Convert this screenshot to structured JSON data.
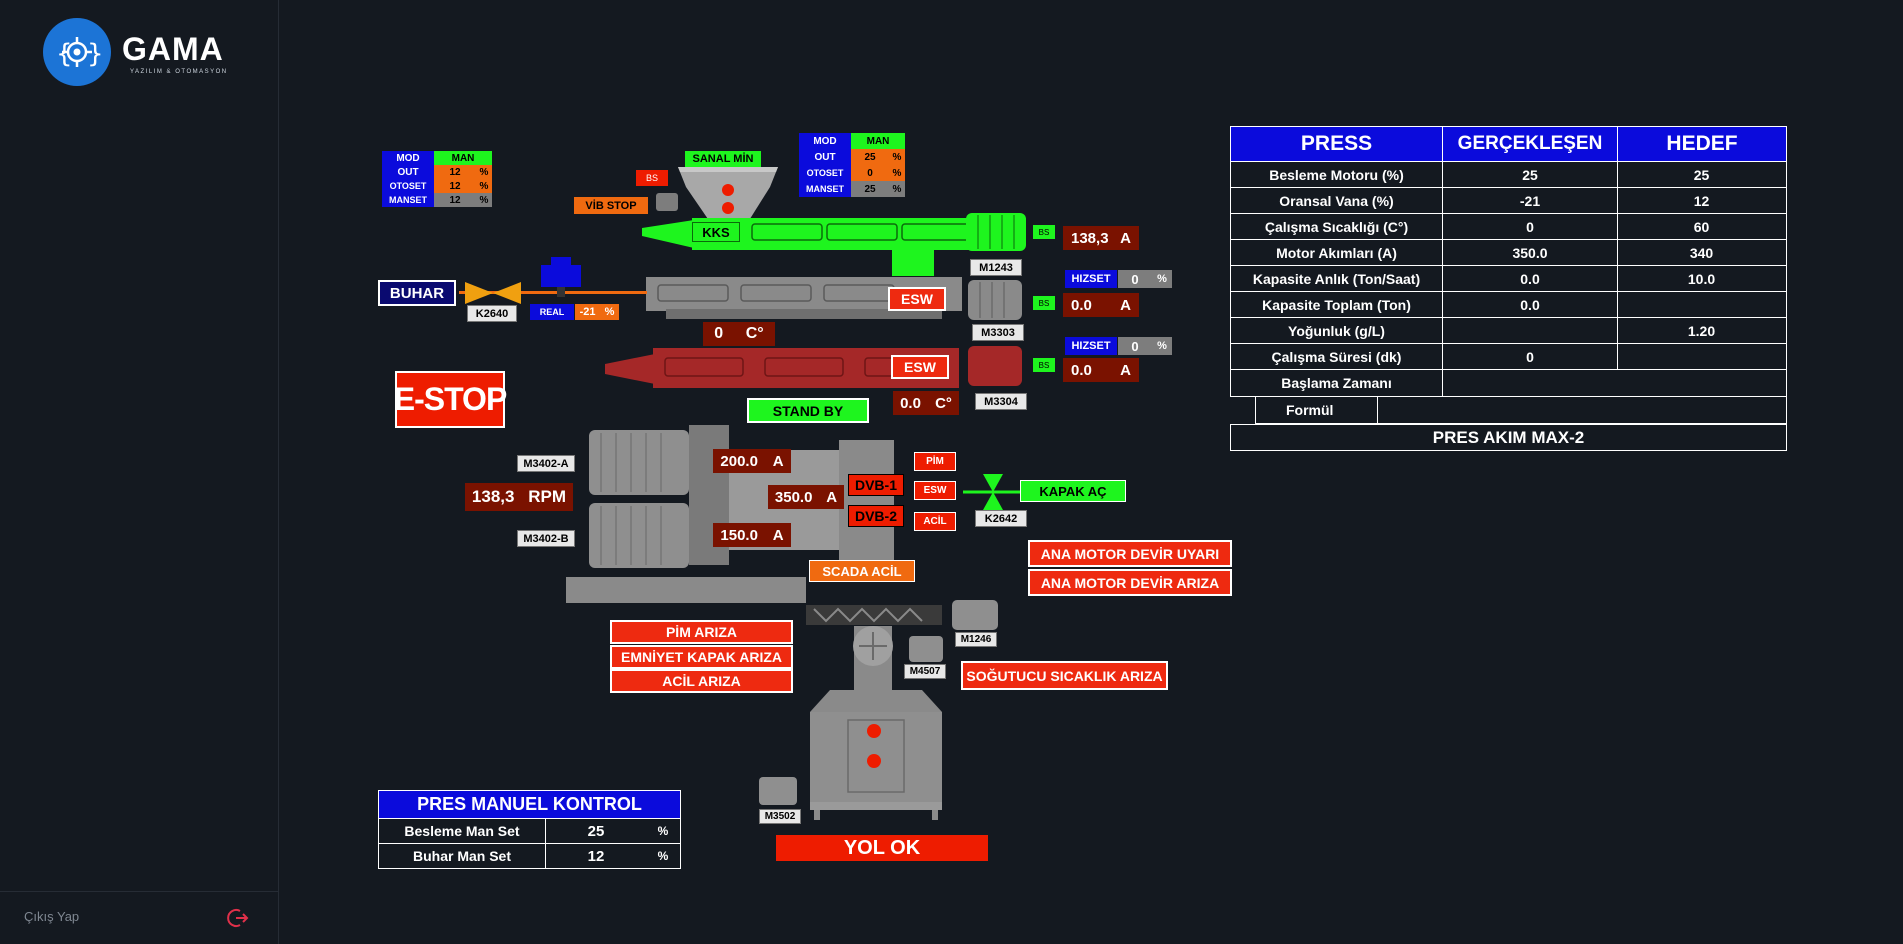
{
  "brand": {
    "name": "GAMA",
    "tagline": "YAZILIM & OTOMASYON"
  },
  "sidebar": {
    "logout_label": "Çıkış Yap"
  },
  "colors": {
    "background": "#141920",
    "brand_blue": "#1c74d6",
    "green": "#1ef51e",
    "blue": "#0b0bdc",
    "red": "#ee1c00",
    "dark_red": "#7a1200",
    "orange": "#f06a10"
  },
  "left_control": {
    "mod_label": "MOD",
    "mod_value": "MAN",
    "out_label": "OUT",
    "out_value": "12",
    "otoset_label": "OTOSET",
    "otoset_value": "12",
    "manset_label": "MANSET",
    "manset_value": "12",
    "unit": "%"
  },
  "top_control": {
    "mod_label": "MOD",
    "mod_value": "MAN",
    "out_label": "OUT",
    "out_value": "25",
    "otoset_label": "OTOSET",
    "otoset_value": "0",
    "manset_label": "MANSET",
    "manset_value": "25",
    "unit": "%"
  },
  "bs": "BS",
  "sanal_min": "SANAL MİN",
  "vib_stop": "VİB STOP",
  "kks": "KKS",
  "m1243": {
    "tag": "M1243",
    "value": "138,3",
    "unit": "A"
  },
  "m3303": {
    "tag": "M3303",
    "value": "0.0",
    "unit": "A",
    "hizset_label": "HIZSET",
    "hizset_value": "0",
    "hizset_unit": "%"
  },
  "m3304": {
    "tag": "M3304",
    "value": "0.0",
    "unit": "A",
    "hizset_label": "HIZSET",
    "hizset_value": "0",
    "hizset_unit": "%"
  },
  "esw": "ESW",
  "buhar": "BUHAR",
  "k2640": "K2640",
  "real": {
    "label": "REAL",
    "value": "-21",
    "unit": "%"
  },
  "temp1": {
    "value": "0",
    "unit": "C°"
  },
  "temp2": {
    "value": "0.0",
    "unit": "C°"
  },
  "estop": "E-STOP",
  "stand_by": "STAND BY",
  "m3402a": {
    "tag": "M3402-A",
    "value": "200.0",
    "unit": "A"
  },
  "m3402b": {
    "tag": "M3402-B",
    "value": "150.0",
    "unit": "A"
  },
  "rpm": {
    "value": "138,3",
    "unit": "RPM"
  },
  "main_current": {
    "value": "350.0",
    "unit": "A"
  },
  "dvb1": "DVB-1",
  "dvb2": "DVB-2",
  "pim": "PİM",
  "acil": "ACİL",
  "kapak_ac": "KAPAK AÇ",
  "k2642": "K2642",
  "scada_acil": "SCADA ACİL",
  "ana_motor_uyari": "ANA MOTOR DEVİR UYARI",
  "ana_motor_ariza": "ANA MOTOR DEVİR ARIZA",
  "pim_ariza": "PİM ARIZA",
  "emniyet_kapak_ariza": "EMNİYET KAPAK ARIZA",
  "acil_ariza": "ACİL ARIZA",
  "sogutucu_ariza": "SOĞUTUCU SICAKLIK ARIZA",
  "m1246": "M1246",
  "m4507": "M4507",
  "m3502": "M3502",
  "yol_ok": "YOL OK",
  "manual": {
    "title": "PRES MANUEL KONTROL",
    "rows": [
      {
        "label": "Besleme Man Set",
        "value": "25",
        "unit": "%"
      },
      {
        "label": "Buhar Man Set",
        "value": "12",
        "unit": "%"
      }
    ]
  },
  "press_table": {
    "headers": [
      "PRESS",
      "GERÇEKLEŞEN",
      "HEDEF"
    ],
    "rows": [
      {
        "label": "Besleme Motoru (%)",
        "actual": "25",
        "target": "25"
      },
      {
        "label": "Oransal Vana (%)",
        "actual": "-21",
        "target": "12"
      },
      {
        "label": "Çalışma Sıcaklığı (C°)",
        "actual": "0",
        "target": "60"
      },
      {
        "label": "Motor Akımları (A)",
        "actual": "350.0",
        "target": "340"
      },
      {
        "label": "Kapasite Anlık (Ton/Saat)",
        "actual": "0.0",
        "target": "10.0"
      },
      {
        "label": "Kapasite Toplam (Ton)",
        "actual": "0.0",
        "target": ""
      },
      {
        "label": "Yoğunluk (g/L)",
        "actual": "",
        "target": "1.20"
      },
      {
        "label": "Çalışma Süresi (dk)",
        "actual": "0",
        "target": ""
      }
    ],
    "start_label": "Başlama Zamanı",
    "start_value": "",
    "formula_label": "Formül",
    "formula_value": "",
    "footer": "PRES AKIM MAX-2"
  }
}
